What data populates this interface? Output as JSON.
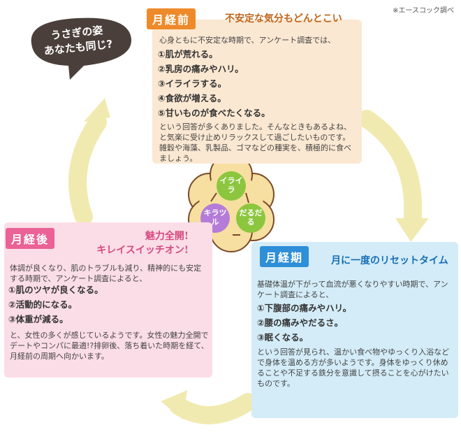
{
  "source": "※エースコック調べ",
  "bubble": {
    "line1": "うさぎの姿",
    "line2": "あなたも同じ?"
  },
  "center": {
    "top": "イライラ",
    "right": "だるだる",
    "left": "キラツル"
  },
  "before": {
    "tag": "月経前",
    "subtitle": "不安定な気分もどんとこい",
    "intro": "心身ともに不安定な時期で、アンケート調査では、",
    "items": [
      "①肌が荒れる。",
      "②乳房の痛みやハリ。",
      "③イライラする。",
      "④食欲が増える。",
      "⑤甘いものが食べたくなる。"
    ],
    "outro": "という回答が多くありました。そんなときもあるよね、と気楽に受け止めリラックスして過ごしたいものです。雑穀や海藻、乳製品、ゴマなどの種実を、積極的に食べましょう。"
  },
  "during": {
    "tag": "月経期",
    "subtitle": "月に一度のリセットタイム",
    "intro": "基礎体温が下がって血流が悪くなりやすい時期で、アンケート調査によると、",
    "items": [
      "①下腹部の痛みやハリ。",
      "②腰の痛みやだるさ。",
      "③眠くなる。"
    ],
    "outro": "という回答が見られ、温かい食べ物やゆっくり入浴などで身体を温める方が多いようです。身体をゆっくり休めることや不足する鉄分を意識して摂ることを心がけたいものです。"
  },
  "after": {
    "tag": "月経後",
    "subtitle_line1": "魅力全開!",
    "subtitle_line2": "キレイスイッチオン!",
    "intro": "体調が良くなり、肌のトラブルも減り、精神的にも安定する時期で、アンケート調査によると、",
    "items": [
      "①肌のツヤが良くなる。",
      "②活動的になる。",
      "③体重が減る。"
    ],
    "outro": "と、女性の多くが感じているようです。女性の魅力全開でデートやコンパに最適!?排卵後、落ち着いた時期を経て、月経前の周期へ向かいます。"
  },
  "colors": {
    "before": "#ee8a2a",
    "during": "#2e8ed8",
    "after": "#ea6296",
    "arrow": "#f1eab0",
    "cycle_green": "#8cc63e",
    "cycle_purple": "#b57bd8"
  }
}
